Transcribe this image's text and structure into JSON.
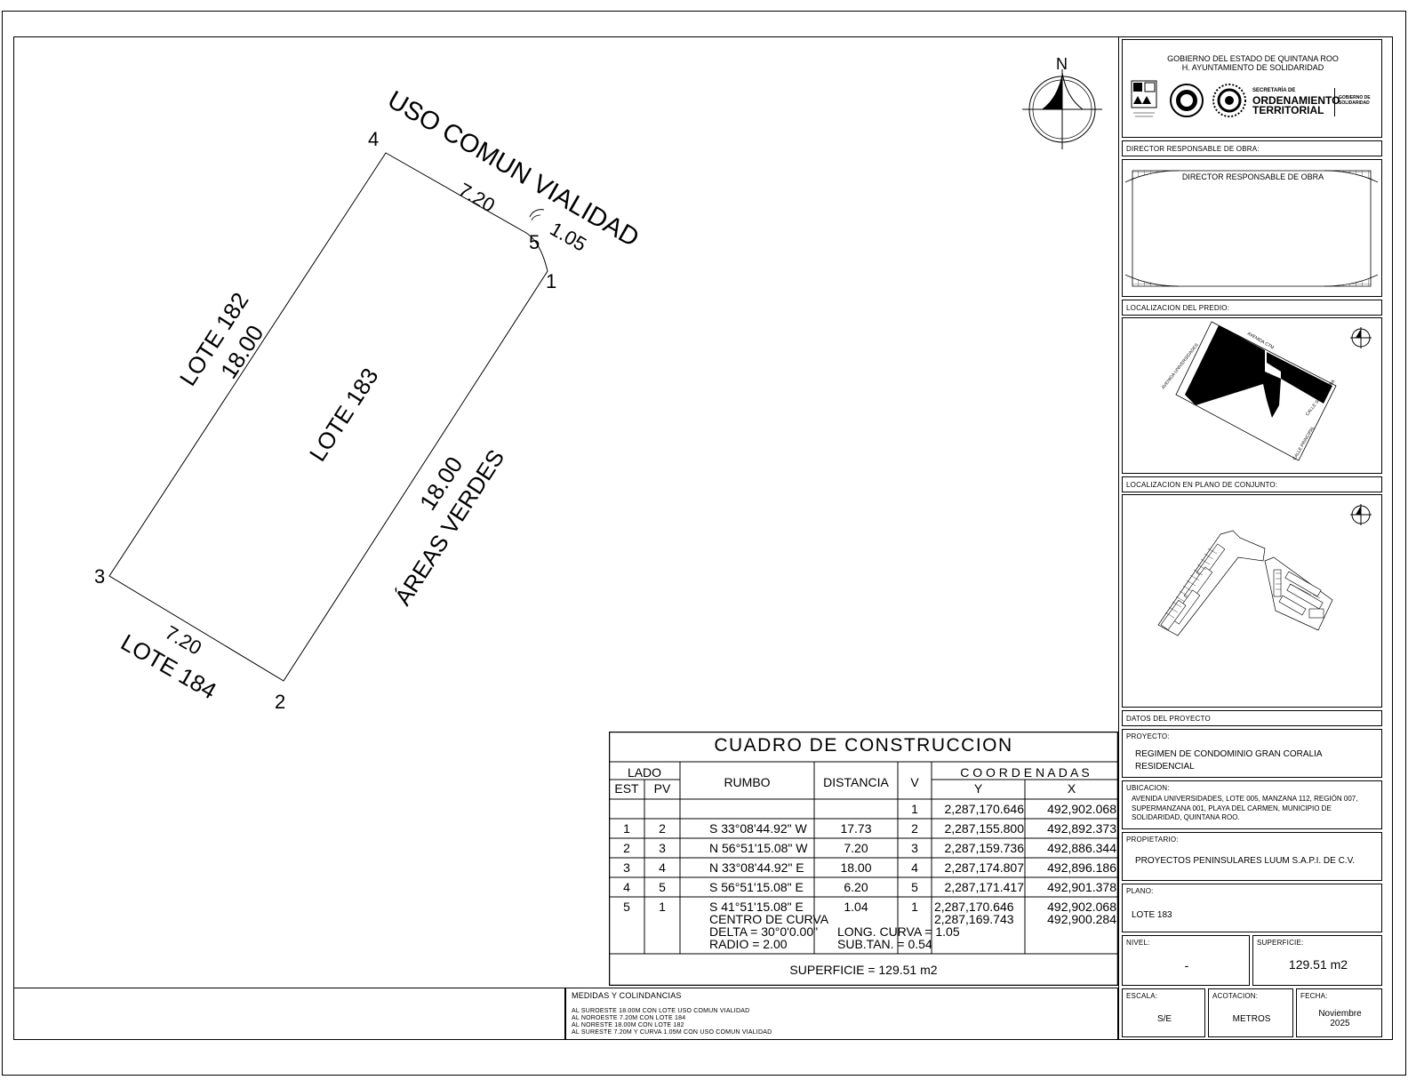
{
  "drawing": {
    "title_north": "N",
    "label_road": "USO COMUN VIALIDAD",
    "label_lote182": "LOTE 182",
    "dim_18a": "18.00",
    "label_lote183": "LOTE 183",
    "dim_18b": "18.00",
    "label_areas": "ÁREAS VERDES",
    "dim_720a": "7.20",
    "label_lote184": "LOTE 184",
    "dim_720b": "7.20",
    "dim_105": "1.05",
    "v1": "1",
    "v2": "2",
    "v3": "3",
    "v4": "4",
    "v5": "5"
  },
  "table": {
    "title": "CUADRO DE CONSTRUCCION",
    "h_lado": "LADO",
    "h_est": "EST",
    "h_pv": "PV",
    "h_rumbo": "RUMBO",
    "h_dist": "DISTANCIA",
    "h_v": "V",
    "h_coord": "C O O R D E N A D A S",
    "h_y": "Y",
    "h_x": "X",
    "first_row": {
      "v": "1",
      "y": "2,287,170.646",
      "x": "492,902.068"
    },
    "rows": [
      {
        "est": "1",
        "pv": "2",
        "rumbo": "S 33°08'44.92\" W",
        "dist": "17.73",
        "v": "2",
        "y": "2,287,155.800",
        "x": "492,892.373"
      },
      {
        "est": "2",
        "pv": "3",
        "rumbo": "N 56°51'15.08\" W",
        "dist": "7.20",
        "v": "3",
        "y": "2,287,159.736",
        "x": "492,886.344"
      },
      {
        "est": "3",
        "pv": "4",
        "rumbo": "N 33°08'44.92\" E",
        "dist": "18.00",
        "v": "4",
        "y": "2,287,174.807",
        "x": "492,896.186"
      },
      {
        "est": "4",
        "pv": "5",
        "rumbo": "S 56°51'15.08\" E",
        "dist": "6.20",
        "v": "5",
        "y": "2,287,171.417",
        "x": "492,901.378"
      }
    ],
    "curve_row": {
      "est": "5",
      "pv": "1",
      "rumbo": "S 41°51'15.08\" E",
      "dist": "1.04",
      "v": "1",
      "y1": "2,287,170.646",
      "x1": "492,902.068",
      "y2": "2,287,169.743",
      "x2": "492,900.284",
      "centro": "CENTRO DE CURVA",
      "delta": "DELTA = 30°0'0.00\"",
      "long": "LONG. CURVA = 1.05",
      "radio": "RADIO = 2.00",
      "subtan": "SUB.TAN. = 0.54"
    },
    "superficie": "SUPERFICIE = 129.51 m2"
  },
  "medidas": {
    "title": "MEDIDAS Y COLINDANCIAS",
    "lines": [
      "AL SUROESTE 18.00M CON LOTE USO COMUN VIALIDAD",
      "AL NOROESTE 7.20M CON LOTE 184",
      "AL NORESTE 18.00M CON LOTE 182",
      "AL SURESTE 7.20M Y CURVA 1.05M CON USO COMUN VIALIDAD"
    ]
  },
  "titleblock": {
    "gov1": "GOBIERNO DEL ESTADO DE QUINTANA ROO",
    "gov2": "H. AYUNTAMIENTO DE SOLIDARIDAD",
    "sec_small": "SECRETARÍA DE",
    "sec1": "ORDENAMIENTO",
    "sec2": "TERRITORIAL",
    "gob_small": "GOBIERNO DE SOLIDARIDAD",
    "dro_label": "DIRECTOR RESPONSABLE DE OBRA:",
    "dro_stamp": "DIRECTOR RESPONSABLE DE OBRA",
    "loc_predio": "LOCALIZACION DEL PREDIO:",
    "loc_conjunto": "LOCALIZACION EN PLANO DE CONJUNTO:",
    "datos": "DATOS DEL PROYECTO",
    "proyecto_label": "PROYECTO:",
    "proyecto": "REGIMEN DE CONDOMINIO GRAN CORALIA RESIDENCIAL",
    "ubicacion_label": "UBICACION:",
    "ubicacion": "AVENIDA UNIVERSIDADES, LOTE 005, MANZANA 112, REGIÓN 007, SUPERMANZANA 001, PLAYA DEL CARMEN, MUNICIPIO DE SOLIDARIDAD, QUINTANA ROO.",
    "propietario_label": "PROPIETARIO:",
    "propietario": "PROYECTOS PENINSULARES LUUM S.A.P.I. DE C.V.",
    "plano_label": "PLANO:",
    "plano": "LOTE 183",
    "nivel_label": "NIVEL:",
    "nivel": "-",
    "superficie_label": "SUPERFICIE:",
    "superficie": "129.51 m2",
    "escala_label": "ESCALA:",
    "escala": "S/E",
    "acotacion_label": "ACOTACION:",
    "acotacion": "METROS",
    "fecha_label": "FECHA:",
    "fecha1": "Noviembre",
    "fecha2": "2025"
  }
}
